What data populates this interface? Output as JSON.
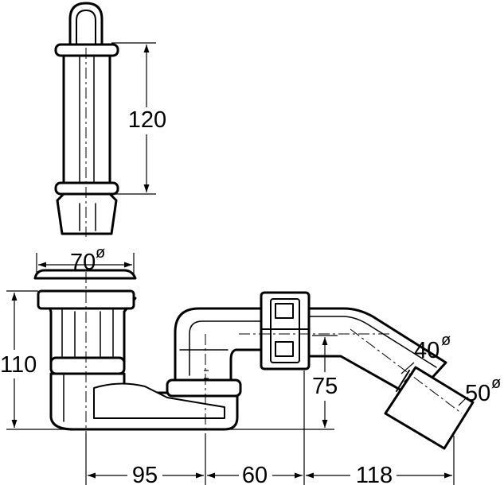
{
  "dimensions": {
    "overflow_height": "120",
    "flange_diameter": "70",
    "total_height": "110",
    "outlet_height": "75",
    "outlet_inner_diameter": "40",
    "outlet_outer_diameter": "50",
    "horizontal_spans": [
      "95",
      "60",
      "118"
    ],
    "diameter_symbol": "ø"
  },
  "colors": {
    "line": "#000000",
    "background": "#ffffff"
  }
}
